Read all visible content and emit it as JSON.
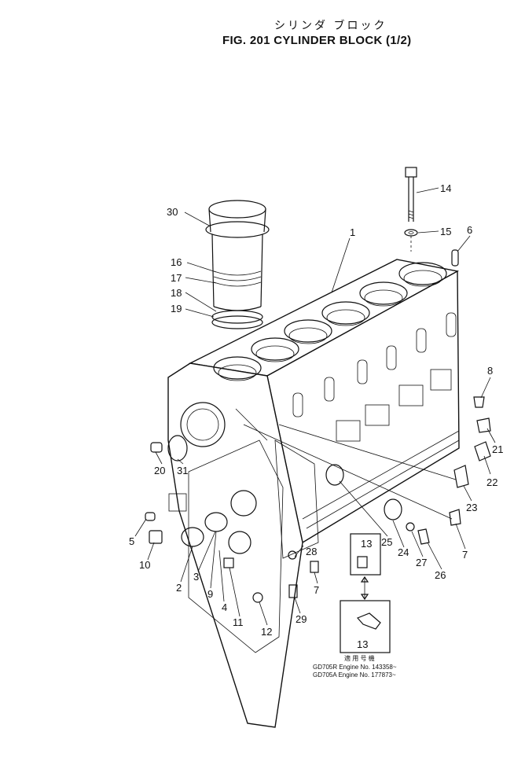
{
  "title_jp": "シリンダ ブロック",
  "title": "FIG. 201  CYLINDER BLOCK (1/2)",
  "callouts": {
    "c1": "1",
    "c2": "2",
    "c3": "3",
    "c4": "4",
    "c5": "5",
    "c6": "6",
    "c7a": "7",
    "c7b": "7",
    "c8": "8",
    "c9": "9",
    "c10": "10",
    "c11": "11",
    "c12": "12",
    "c13a": "13",
    "c13b": "13",
    "c14": "14",
    "c15": "15",
    "c16": "16",
    "c17": "17",
    "c18": "18",
    "c19": "19",
    "c20": "20",
    "c21": "21",
    "c22": "22",
    "c23": "23",
    "c24": "24",
    "c25": "25",
    "c26": "26",
    "c27": "27",
    "c28": "28",
    "c29": "29",
    "c30": "30",
    "c31": "31"
  },
  "applicability": {
    "heading": "適 用 号 機",
    "line1": "GD705R  Engine No. 143358~",
    "line2": "GD705A  Engine No. 177873~"
  }
}
